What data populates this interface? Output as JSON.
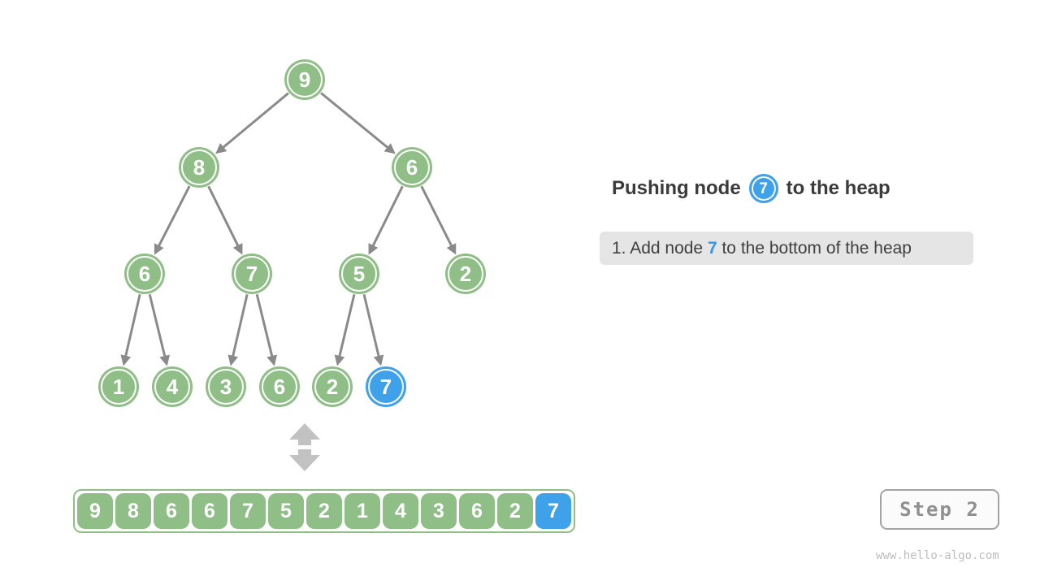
{
  "title": {
    "prefix": "Pushing node",
    "node_value": "7",
    "suffix": "to the heap"
  },
  "instruction": {
    "prefix": "1. Add node ",
    "value": "7",
    "suffix": " to the bottom of the heap"
  },
  "tree": {
    "nodes": [
      {
        "value": "9",
        "highlight": false
      },
      {
        "value": "8",
        "highlight": false
      },
      {
        "value": "6",
        "highlight": false
      },
      {
        "value": "6",
        "highlight": false
      },
      {
        "value": "7",
        "highlight": false
      },
      {
        "value": "5",
        "highlight": false
      },
      {
        "value": "2",
        "highlight": false
      },
      {
        "value": "1",
        "highlight": false
      },
      {
        "value": "4",
        "highlight": false
      },
      {
        "value": "3",
        "highlight": false
      },
      {
        "value": "6",
        "highlight": false
      },
      {
        "value": "2",
        "highlight": false
      },
      {
        "value": "7",
        "highlight": true
      }
    ],
    "edges": [
      [
        0,
        1
      ],
      [
        0,
        2
      ],
      [
        1,
        3
      ],
      [
        1,
        4
      ],
      [
        2,
        5
      ],
      [
        2,
        6
      ],
      [
        3,
        7
      ],
      [
        3,
        8
      ],
      [
        4,
        9
      ],
      [
        4,
        10
      ],
      [
        5,
        11
      ],
      [
        5,
        12
      ]
    ]
  },
  "array": {
    "values": [
      "9",
      "8",
      "6",
      "6",
      "7",
      "5",
      "2",
      "1",
      "4",
      "3",
      "6",
      "2",
      "7"
    ],
    "highlight_index": 12
  },
  "step_button": {
    "label": "Step 2"
  },
  "watermark": "www.hello-algo.com",
  "colors": {
    "node_green": "#8fbf87",
    "node_blue": "#3ea1e9",
    "edge_gray": "#8a8a8a",
    "double_arrow_gray": "#c2c2c2",
    "accent_text_blue": "#2f96e8"
  }
}
